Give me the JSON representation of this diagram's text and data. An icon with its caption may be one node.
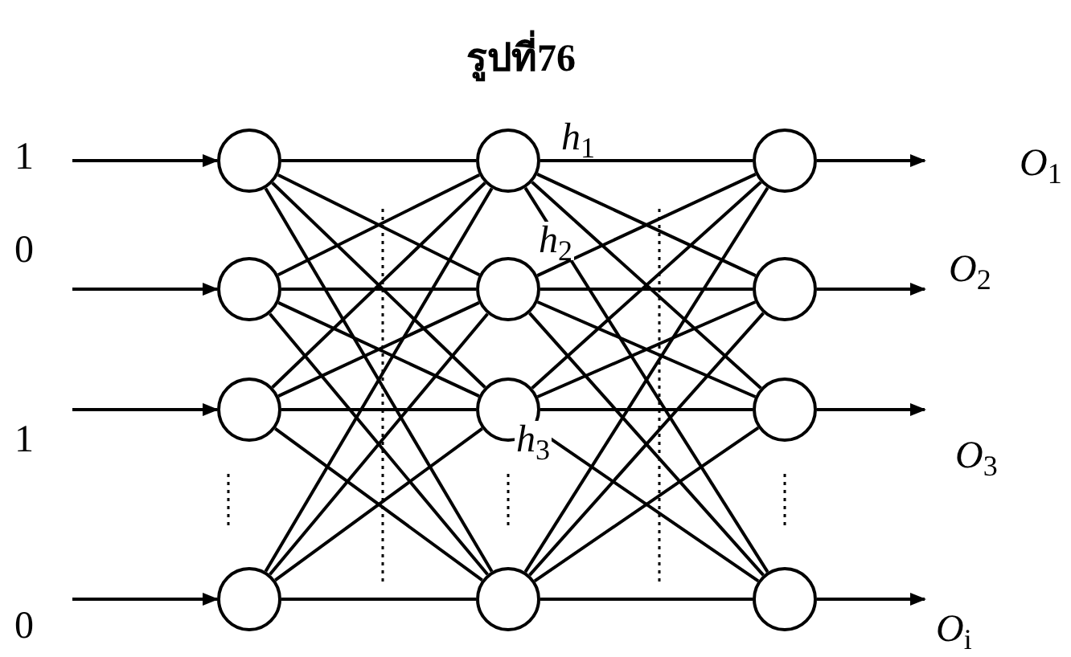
{
  "diagram": {
    "title": "รูปที่76",
    "nodes": [
      {
        "text": [],
        "shape": "circle"
      },
      {
        "text": [],
        "shape": "circle"
      },
      {
        "text": [],
        "shape": "circle"
      },
      {
        "text": [],
        "shape": "circle"
      },
      {
        "text": [],
        "shape": "circle"
      },
      {
        "text": [],
        "shape": "circle"
      },
      {
        "text": [],
        "shape": "circle"
      },
      {
        "text": [],
        "shape": "circle"
      },
      {
        "text": [],
        "shape": "circle"
      },
      {
        "text": [],
        "shape": "circle"
      },
      {
        "text": [],
        "shape": "circle"
      },
      {
        "text": [],
        "shape": "circle"
      },
      {
        "text": [
          "*O*$_{1}$"
        ]
      },
      {
        "text": [
          "*O*$_{2}$"
        ]
      },
      {
        "text": [
          "*O*$_{3}$"
        ]
      },
      {
        "text": [
          "*O*$_{i}$"
        ]
      }
    ],
    "edges": [
      {
        "from": null,
        "to": 0,
        "arrow": "to"
      },
      {
        "from": null,
        "to": 1,
        "arrow": "to"
      },
      {
        "from": null,
        "to": 2,
        "arrow": "to"
      },
      {
        "from": null,
        "to": 3,
        "arrow": "to"
      },
      {
        "from": 0,
        "to": 4,
        "arrow": "none"
      },
      {
        "from": 0,
        "to": 5,
        "arrow": "none"
      },
      {
        "from": 0,
        "to": 6,
        "arrow": "none"
      },
      {
        "from": 0,
        "to": 7,
        "arrow": "none"
      },
      {
        "from": 1,
        "to": 4,
        "arrow": "none"
      },
      {
        "from": 1,
        "to": 5,
        "arrow": "none"
      },
      {
        "from": 1,
        "to": 6,
        "arrow": "none"
      },
      {
        "from": 1,
        "to": 7,
        "arrow": "none"
      },
      {
        "from": 2,
        "to": 4,
        "arrow": "none"
      },
      {
        "from": 2,
        "to": 5,
        "arrow": "none"
      },
      {
        "from": 2,
        "to": 6,
        "arrow": "none"
      },
      {
        "from": 2,
        "to": 7,
        "arrow": "none"
      },
      {
        "from": 3,
        "to": 4,
        "arrow": "none"
      },
      {
        "from": 3,
        "to": 5,
        "arrow": "none"
      },
      {
        "from": 3,
        "to": 6,
        "arrow": "none"
      },
      {
        "from": 3,
        "to": 7,
        "arrow": "none"
      },
      {
        "from": 4,
        "to": 8,
        "arrow": "none"
      },
      {
        "from": 4,
        "to": 9,
        "arrow": "none"
      },
      {
        "from": 4,
        "to": 10,
        "arrow": "none"
      },
      {
        "from": 4,
        "to": 11,
        "arrow": "none"
      },
      {
        "from": 5,
        "to": 8,
        "arrow": "none"
      },
      {
        "from": 5,
        "to": 9,
        "arrow": "none"
      },
      {
        "from": 5,
        "to": 10,
        "arrow": "none"
      },
      {
        "from": 5,
        "to": 11,
        "arrow": "none"
      },
      {
        "from": 6,
        "to": 8,
        "arrow": "none"
      },
      {
        "from": 6,
        "to": 9,
        "arrow": "none"
      },
      {
        "from": 6,
        "to": 10,
        "arrow": "none"
      },
      {
        "from": 6,
        "to": 11,
        "arrow": "none"
      },
      {
        "from": 7,
        "to": 8,
        "arrow": "none"
      },
      {
        "from": 7,
        "to": 9,
        "arrow": "none"
      },
      {
        "from": 7,
        "to": 10,
        "arrow": "none"
      },
      {
        "from": 7,
        "to": 11,
        "arrow": "none"
      },
      {
        "from": 8,
        "to": 12,
        "arrow": "to"
      },
      {
        "from": 9,
        "to": 13,
        "arrow": "to"
      },
      {
        "from": 10,
        "to": 14,
        "arrow": "to"
      },
      {
        "from": 11,
        "to": 15,
        "arrow": "to"
      }
    ],
    "labels": [
      "1",
      "*h*$_{1}$",
      "0",
      "*h*$_{2}$",
      "1",
      "*h*$_{3}$",
      "0"
    ]
  }
}
